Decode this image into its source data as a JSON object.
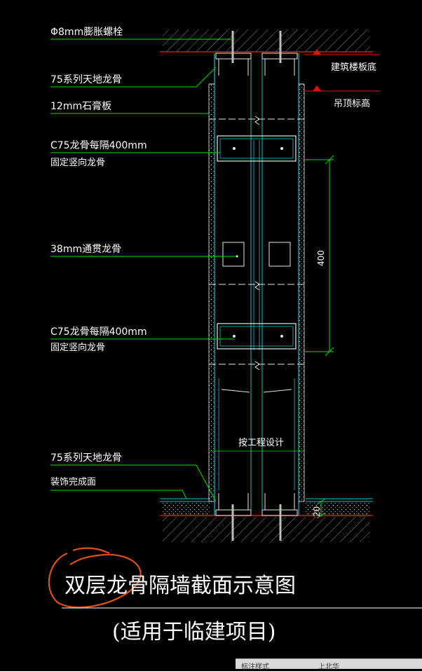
{
  "colors": {
    "background": "#000000",
    "wall_line": "#00c8c8",
    "leader_green": "#00e000",
    "structure_red": "#e01010",
    "hatch_gray": "#8a8a8a",
    "dim_green": "#00e000",
    "annotation_orange": "#e05010",
    "text": "#ffffff",
    "board_white": "#e8e8e8"
  },
  "labels": {
    "bolt": "Φ8mm膨胀螺栓",
    "top_runner": "75系列天地龙骨",
    "gypsum": "12mm石膏板",
    "stud_upper_line1": "C75龙骨每隔400mm",
    "stud_upper_line2": "固定竖向龙骨",
    "through_stud": "38mm通贯龙骨",
    "stud_lower_line1": "C75龙骨每隔400mm",
    "stud_lower_line2": "固定竖向龙骨",
    "bottom_runner": "75系列天地龙骨",
    "finish_face": "装饰完成面",
    "slab_bottom": "建筑楼板底",
    "ceiling_height": "吊顶标高",
    "by_design": "按工程设计",
    "dim_400": "400",
    "dim_20": "20"
  },
  "title": "双层龙骨隔墙截面示意图",
  "subtitle": "(适用于临建项目)",
  "taskbar": {
    "item1": "标注样式",
    "item2": "上北华"
  }
}
